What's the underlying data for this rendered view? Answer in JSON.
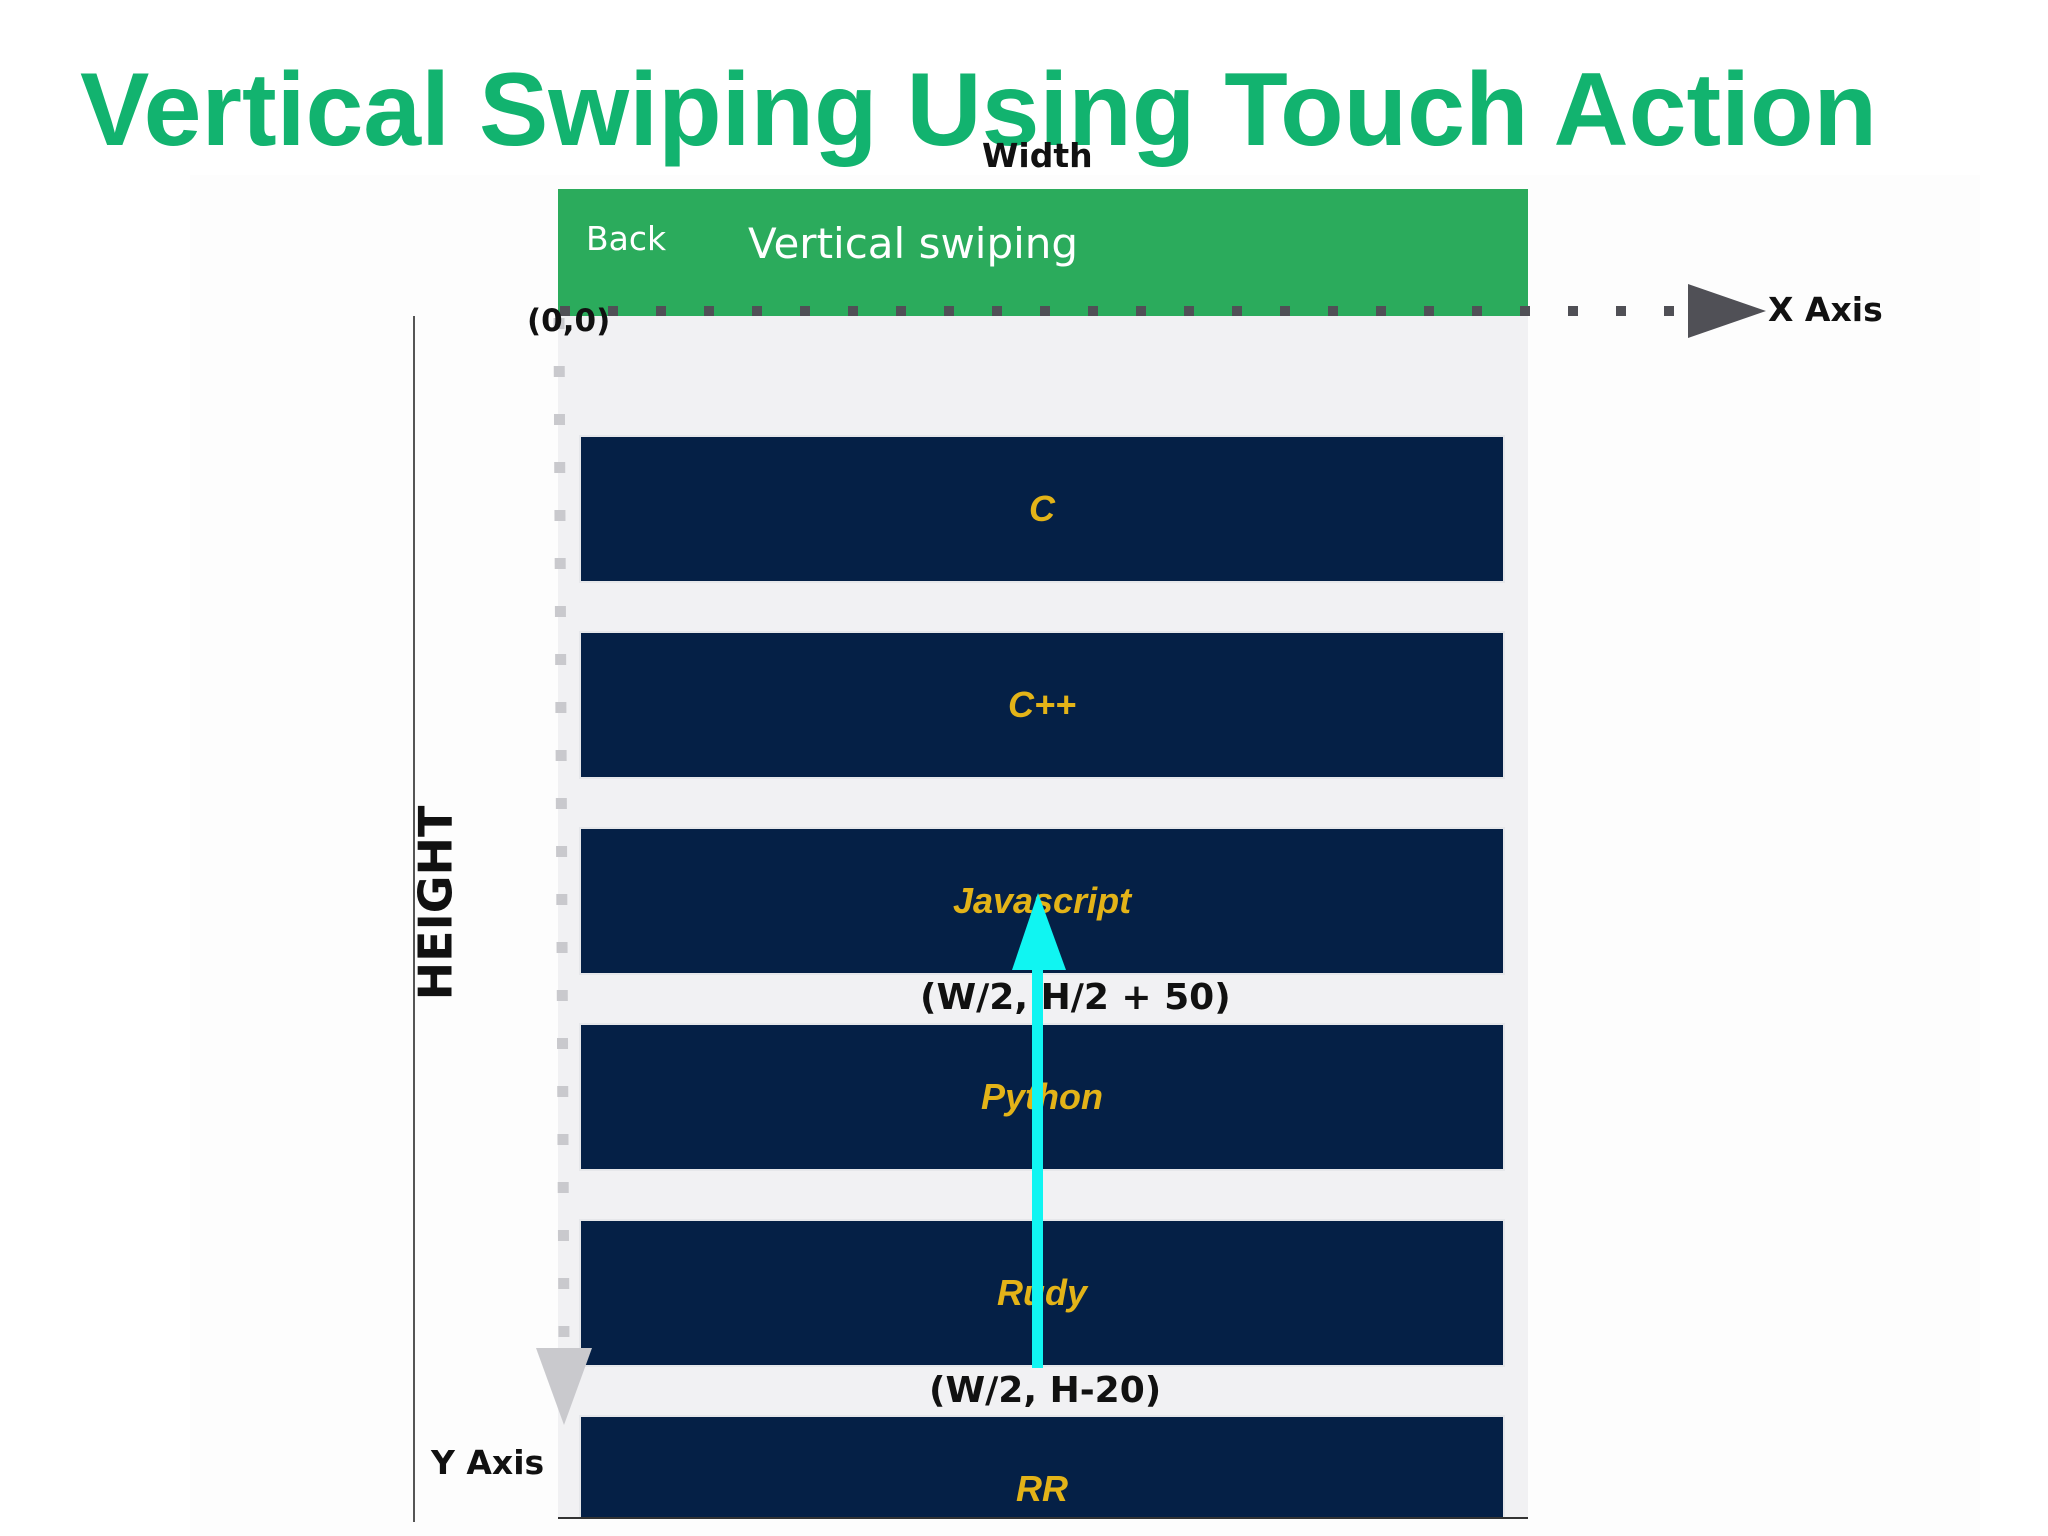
{
  "slide": {
    "title": "Vertical Swiping Using Touch Action"
  },
  "app": {
    "back_label": "Back",
    "screen_title": "Vertical swiping",
    "header_color": "#2bab5c",
    "item_color": "#052046",
    "item_text_color": "#e3b318",
    "list_items": [
      {
        "label": "C"
      },
      {
        "label": "C++"
      },
      {
        "label": "Javascript"
      },
      {
        "label": "Python"
      },
      {
        "label": "Rudy"
      },
      {
        "label": "RR"
      }
    ]
  },
  "annotations": {
    "width_label": "Width",
    "height_label": "HEIGHT",
    "origin_label": "(0,0)",
    "x_axis_label": "X Axis",
    "y_axis_label": "Y Axis",
    "swipe_start_label": "(W/2, H-20)",
    "swipe_end_label": "(W/2, H/2 + 50)",
    "swipe_arrow_color": "#10f5f2"
  }
}
